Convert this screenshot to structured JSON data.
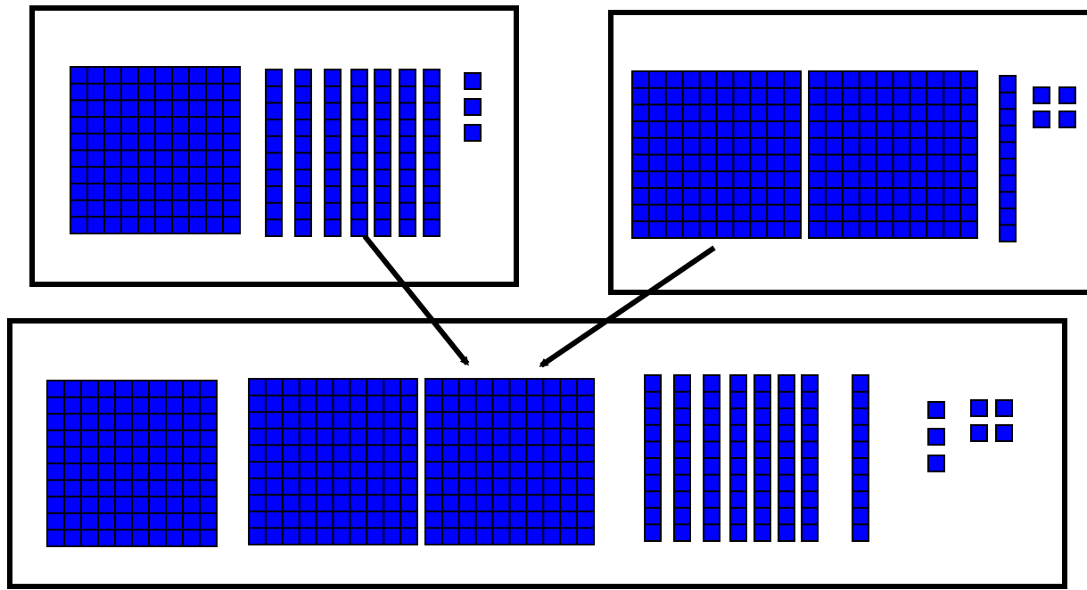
{
  "colors": {
    "block_fill": "#0000FF",
    "block_outline": "#000000",
    "frame_stroke": "#000000",
    "arrow": "#000000",
    "background": "#FFFFFF"
  },
  "diagram": {
    "kind": "base-ten block addition",
    "addend_left": {
      "hundreds": 1,
      "tens": 7,
      "ones": 3
    },
    "addend_right": {
      "hundreds": 2,
      "tens": 1,
      "ones": 4
    },
    "sum_box": {
      "hundreds_groups": [
        1,
        2
      ],
      "tens_groups": [
        7,
        1
      ],
      "ones_groups": [
        3,
        4
      ]
    },
    "arrows": [
      {
        "from": "addend_left",
        "to": "sum_box"
      },
      {
        "from": "addend_right",
        "to": "sum_box"
      }
    ]
  }
}
